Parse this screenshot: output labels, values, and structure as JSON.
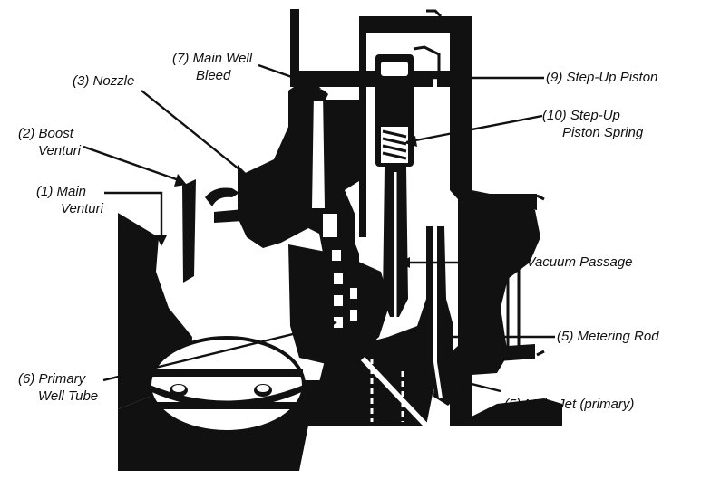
{
  "labels": {
    "main_venturi": [
      "(1)  Main",
      "Venturi"
    ],
    "boost_venturi": [
      "(2)  Boost",
      "Venturi"
    ],
    "nozzle": [
      "(3)  Nozzle"
    ],
    "main_jet": [
      "(5)  Main Jet (primary)"
    ],
    "metering_rod": [
      "(5)  Metering Rod"
    ],
    "primary_well_tube": [
      "(6)  Primary",
      "Well Tube"
    ],
    "main_well_bleed": [
      "(7)  Main Well",
      "Bleed"
    ],
    "vacuum_passage": [
      "(8)  Vacuum Passage"
    ],
    "step_up_piston": [
      "(9)  Step-Up Piston"
    ],
    "step_up_piston_spring": [
      "(10)  Step-Up",
      "Piston Spring"
    ]
  },
  "colors": {
    "ink": "#111111",
    "paper": "#ffffff"
  }
}
